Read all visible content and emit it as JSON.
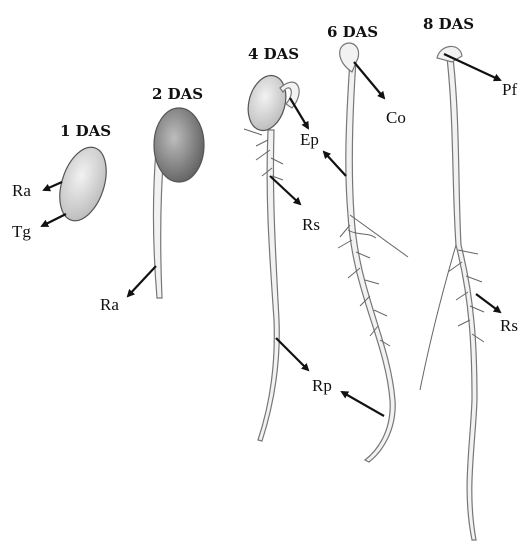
{
  "figure": {
    "stages": [
      {
        "label": "1 DAS"
      },
      {
        "label": "2 DAS"
      },
      {
        "label": "4 DAS"
      },
      {
        "label": "6 DAS"
      },
      {
        "label": "8 DAS"
      }
    ],
    "annotations": {
      "ra_1": "Ra",
      "tg": "Tg",
      "ra_2": "Ra",
      "ep": "Ep",
      "rs_4": "Rs",
      "rp": "Rp",
      "co": "Co",
      "pf": "Pf",
      "rs_8": "Rs"
    }
  }
}
